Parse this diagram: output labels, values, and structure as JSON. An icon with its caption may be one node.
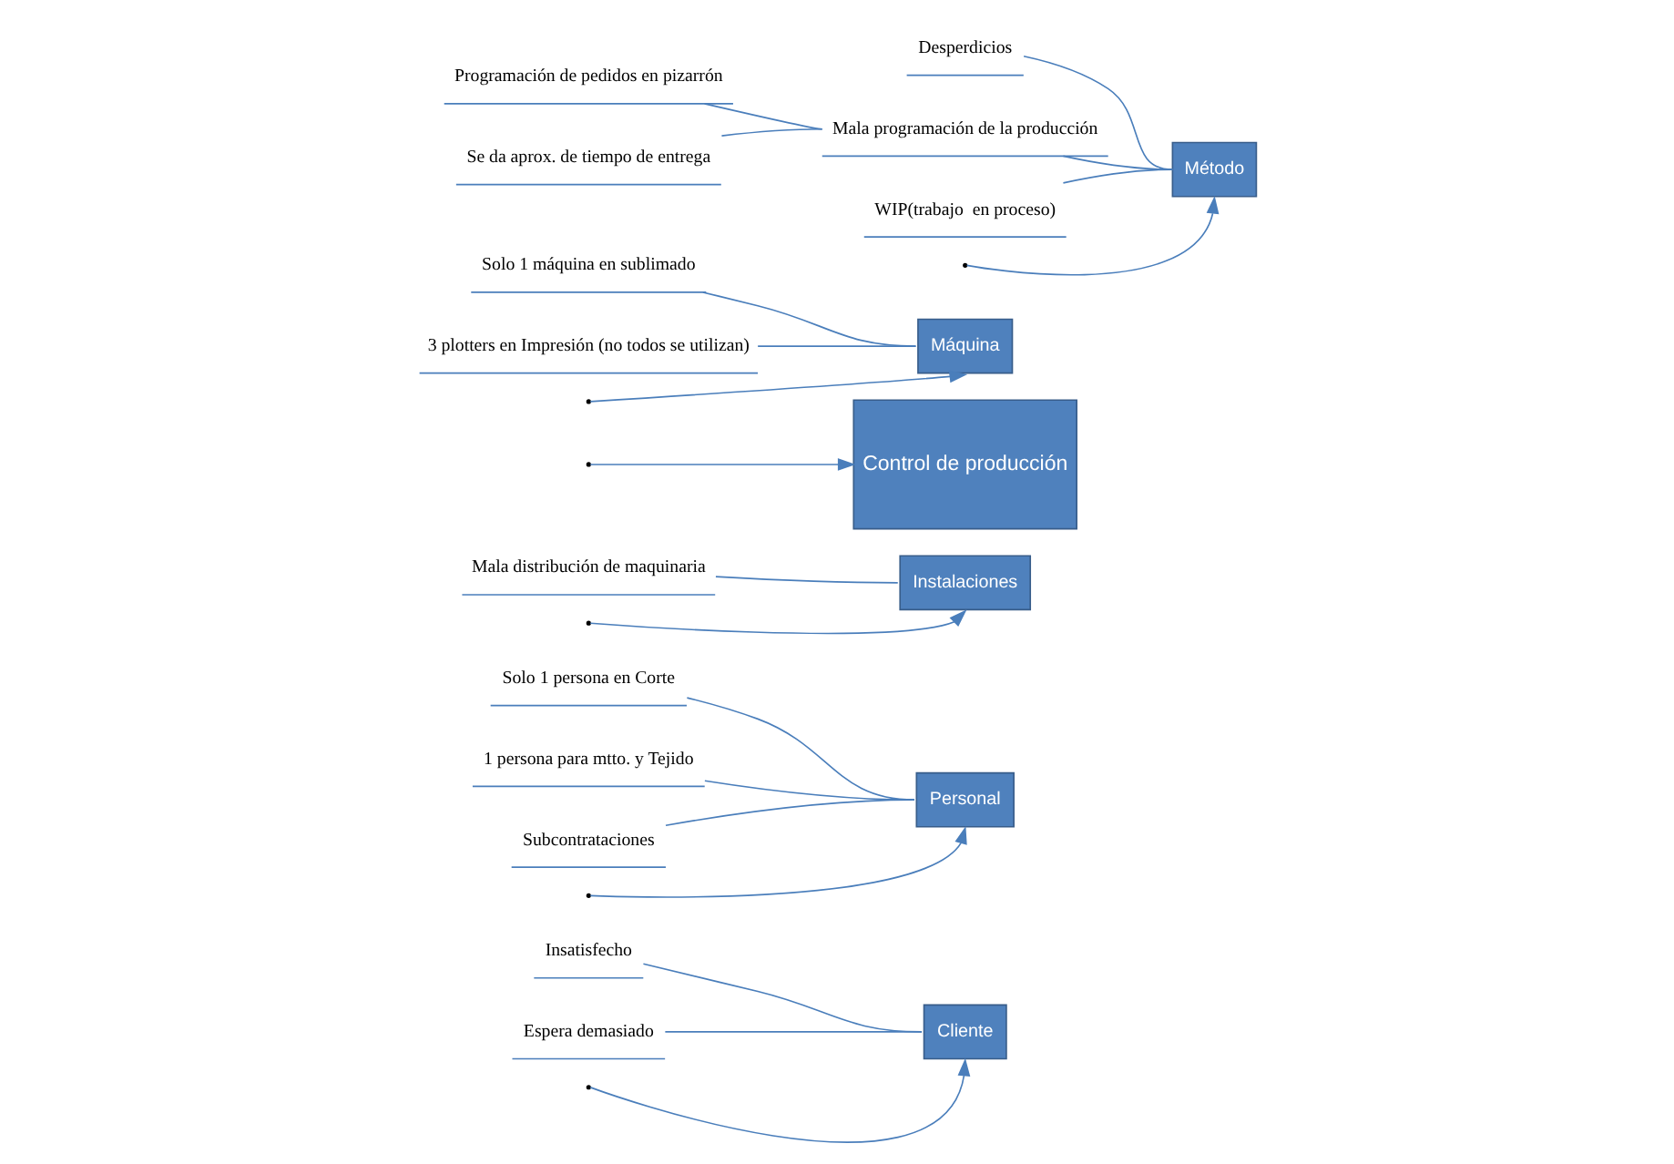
{
  "diagram": {
    "nodes": [
      {
        "text": [
          "Cliente"
        ]
      },
      {
        "text": [
          "Personal"
        ]
      },
      {
        "text": [
          "Instalaciones"
        ]
      },
      {
        "text": [
          "Control de producción"
        ]
      },
      {
        "text": [
          "Máquina"
        ]
      },
      {
        "text": [
          "Método"
        ]
      },
      {
        "text": [
          "Insatisfecho"
        ]
      },
      {
        "text": [
          "Espera demasiado"
        ]
      },
      {
        "text": [
          "Solo 1 persona en Corte"
        ]
      },
      {
        "text": [
          "1 persona para mtto. y Tejido"
        ]
      },
      {
        "text": [
          "Subcontrataciones"
        ]
      },
      {
        "text": [
          "Mala distribución de maquinaria"
        ]
      },
      {
        "text": [
          "Solo 1 máquina en sublimado"
        ]
      },
      {
        "text": [
          "Desperdicios"
        ]
      },
      {
        "text": [
          "Mala programación de la producción"
        ]
      },
      {
        "text": [
          "WIP(trabajo  en proceso)"
        ]
      },
      {
        "text": [
          "Programación de pedidos en pizarrón"
        ]
      },
      {
        "text": [
          "Se da aprox. de tiempo de entrega"
        ]
      },
      {
        "text": [
          "3 plotters en Impresión (no todos se utilizan)"
        ]
      }
    ],
    "edges": [
      {
        "from": null,
        "to": 3,
        "arrow": "to"
      },
      {
        "from": null,
        "to": 0,
        "arrow": "to"
      },
      {
        "from": null,
        "to": 1,
        "arrow": "to"
      },
      {
        "from": null,
        "to": 2,
        "arrow": "to"
      },
      {
        "from": null,
        "to": 4,
        "arrow": "to"
      },
      {
        "from": null,
        "to": 5,
        "arrow": "to"
      },
      {
        "from": 6,
        "to": 0,
        "arrow": "none"
      },
      {
        "from": 7,
        "to": 0,
        "arrow": "none"
      },
      {
        "from": 8,
        "to": 1,
        "arrow": "none"
      },
      {
        "from": 9,
        "to": 1,
        "arrow": "none"
      },
      {
        "from": 10,
        "to": 1,
        "arrow": "none"
      },
      {
        "from": 11,
        "to": 2,
        "arrow": "none"
      },
      {
        "from": 12,
        "to": 4,
        "arrow": "none"
      },
      {
        "from": 18,
        "to": 4,
        "arrow": "none"
      },
      {
        "from": 13,
        "to": 5,
        "arrow": "none"
      },
      {
        "from": 15,
        "to": 5,
        "arrow": "none"
      },
      {
        "from": 14,
        "to": 5,
        "arrow": "none"
      },
      {
        "from": 16,
        "to": 14,
        "arrow": "none"
      },
      {
        "from": 17,
        "to": 14,
        "arrow": "none"
      }
    ]
  }
}
